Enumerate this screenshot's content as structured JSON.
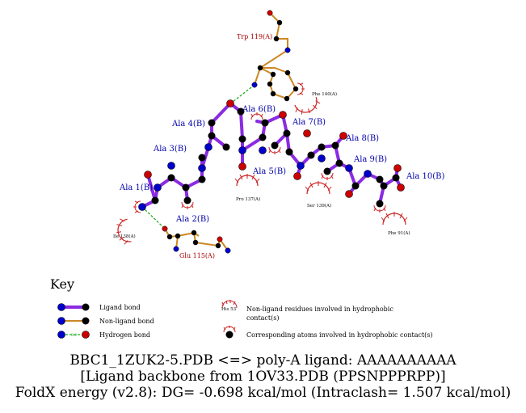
{
  "colors": {
    "ligand_bond": "#8a2be2",
    "nonligand_bond": "#cc8822",
    "hbond": "#22aa22",
    "nitrogen": "#0000cc",
    "oxygen": "#cc0000",
    "carbon": "#000000",
    "hydrophobic": "#cc2222",
    "ligand_label": "#0000aa",
    "residue_label": "#aa0000"
  },
  "ligand_residues": [
    {
      "label": "Ala 1(B)"
    },
    {
      "label": "Ala 2(B)"
    },
    {
      "label": "Ala 3(B)"
    },
    {
      "label": "Ala 4(B)"
    },
    {
      "label": "Ala 5(B)"
    },
    {
      "label": "Ala 6(B)"
    },
    {
      "label": "Ala 7(B)"
    },
    {
      "label": "Ala 8(B)"
    },
    {
      "label": "Ala 9(B)"
    },
    {
      "label": "Ala 10(B)"
    }
  ],
  "hbond_residues": [
    {
      "label": "Trp 119(A)"
    },
    {
      "label": "Glu 115(A)"
    }
  ],
  "hydrophobic_residues": [
    {
      "label": "Phe 140(A)"
    },
    {
      "label": "Pro 137(A)"
    },
    {
      "label": "Ser 139(A)"
    },
    {
      "label": "Ile 138(A)"
    },
    {
      "label": "Phe 91(A)"
    }
  ],
  "key": {
    "title": "Key",
    "ligand_bond": "Ligand bond",
    "nonligand_bond": "Non-ligand bond",
    "hydrogen_bond": "Hydrogen bond",
    "hbond_distance": "3.0",
    "example_residue": "His 53",
    "nonligand_residues_line1": "Non-ligand residues involved in hydrophobic",
    "nonligand_residues_line2": "contact(s)",
    "corresponding_atoms": "Corresponding atoms involved in hydrophobic contact(s)"
  },
  "caption": {
    "line1": "BBC1_1ZUK2-5.PDB <=> poly-A ligand: AAAAAAAAAA",
    "line2": "[Ligand backbone from 1OV33.PDB (PPSNPPPRPP)]",
    "line3": "FoldX energy (v2.8): DG= -0.698 kcal/mol (Intraclash= 1.507 kcal/mol)"
  }
}
